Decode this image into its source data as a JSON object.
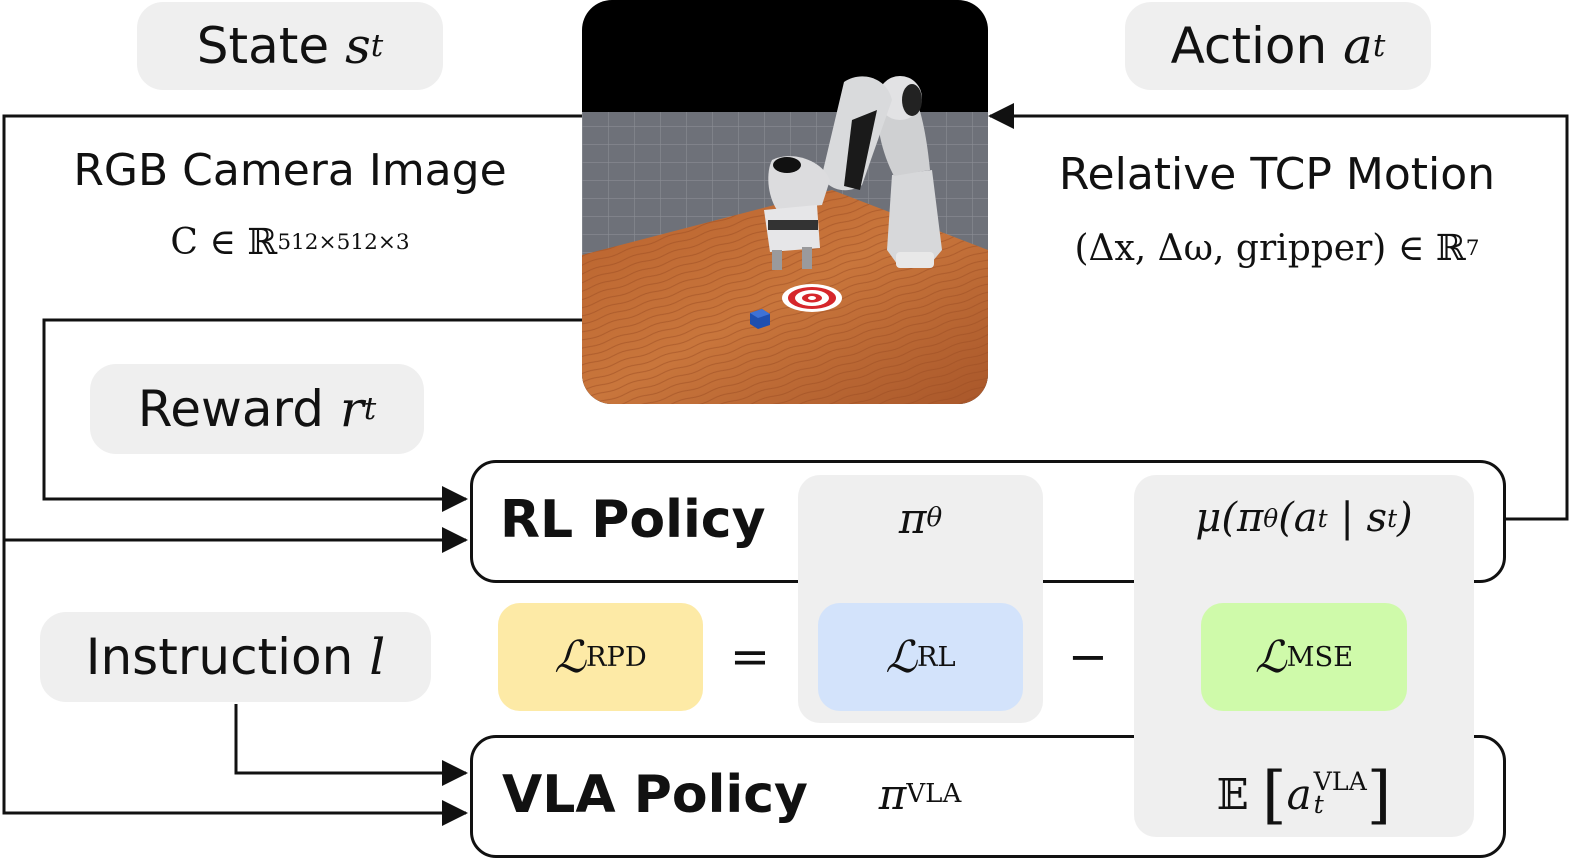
{
  "state": {
    "word": "State",
    "symbol": "s",
    "sub": "t"
  },
  "action": {
    "word": "Action",
    "symbol": "a",
    "sub": "t"
  },
  "reward": {
    "word": "Reward",
    "symbol": "r",
    "sub": "t"
  },
  "instruction": {
    "word": "Instruction",
    "symbol": "l"
  },
  "camera": {
    "title": "RGB Camera Image",
    "lhs": "C ∈ ℝ",
    "exponent": "512×512×3"
  },
  "tcp": {
    "title": "Relative TCP Motion",
    "expression": "(Δx, Δω, gripper) ∈ ℝ",
    "exponent": "7"
  },
  "rl_policy": {
    "label": "RL Policy",
    "pi": "π",
    "pi_sub": "θ",
    "mean_open": "μ(",
    "mean_pi": "π",
    "mean_pi_sub": "θ",
    "mean_a": "(a",
    "mean_a_sub": "t",
    "mean_mid": " | s",
    "mean_s_sub": "t",
    "mean_close": ")"
  },
  "vla_policy": {
    "label": "VLA Policy",
    "pi": "π",
    "pi_sub": "VLA",
    "expect": "𝔼",
    "a": "a",
    "a_sup": "VLA",
    "a_sub": "t"
  },
  "equation": {
    "rpd_sym": "ℒ",
    "rpd_sub": "RPD",
    "equals": "=",
    "rl_sym": "ℒ",
    "rl_sub": "RL",
    "minus": "−",
    "mse_sym": "ℒ",
    "mse_sub": "MSE"
  },
  "colors": {
    "pill": "#efefef",
    "rpd": "#fdeaa6",
    "rl": "#d3e3fb",
    "mse": "#cffaaa",
    "table": "#c8703a",
    "floor": "#6b6e75",
    "sky": "#000000",
    "target": "#d6262b",
    "cube": "#1e4fb0"
  },
  "icons": {
    "scene": "robot-arm-sim-icon"
  }
}
